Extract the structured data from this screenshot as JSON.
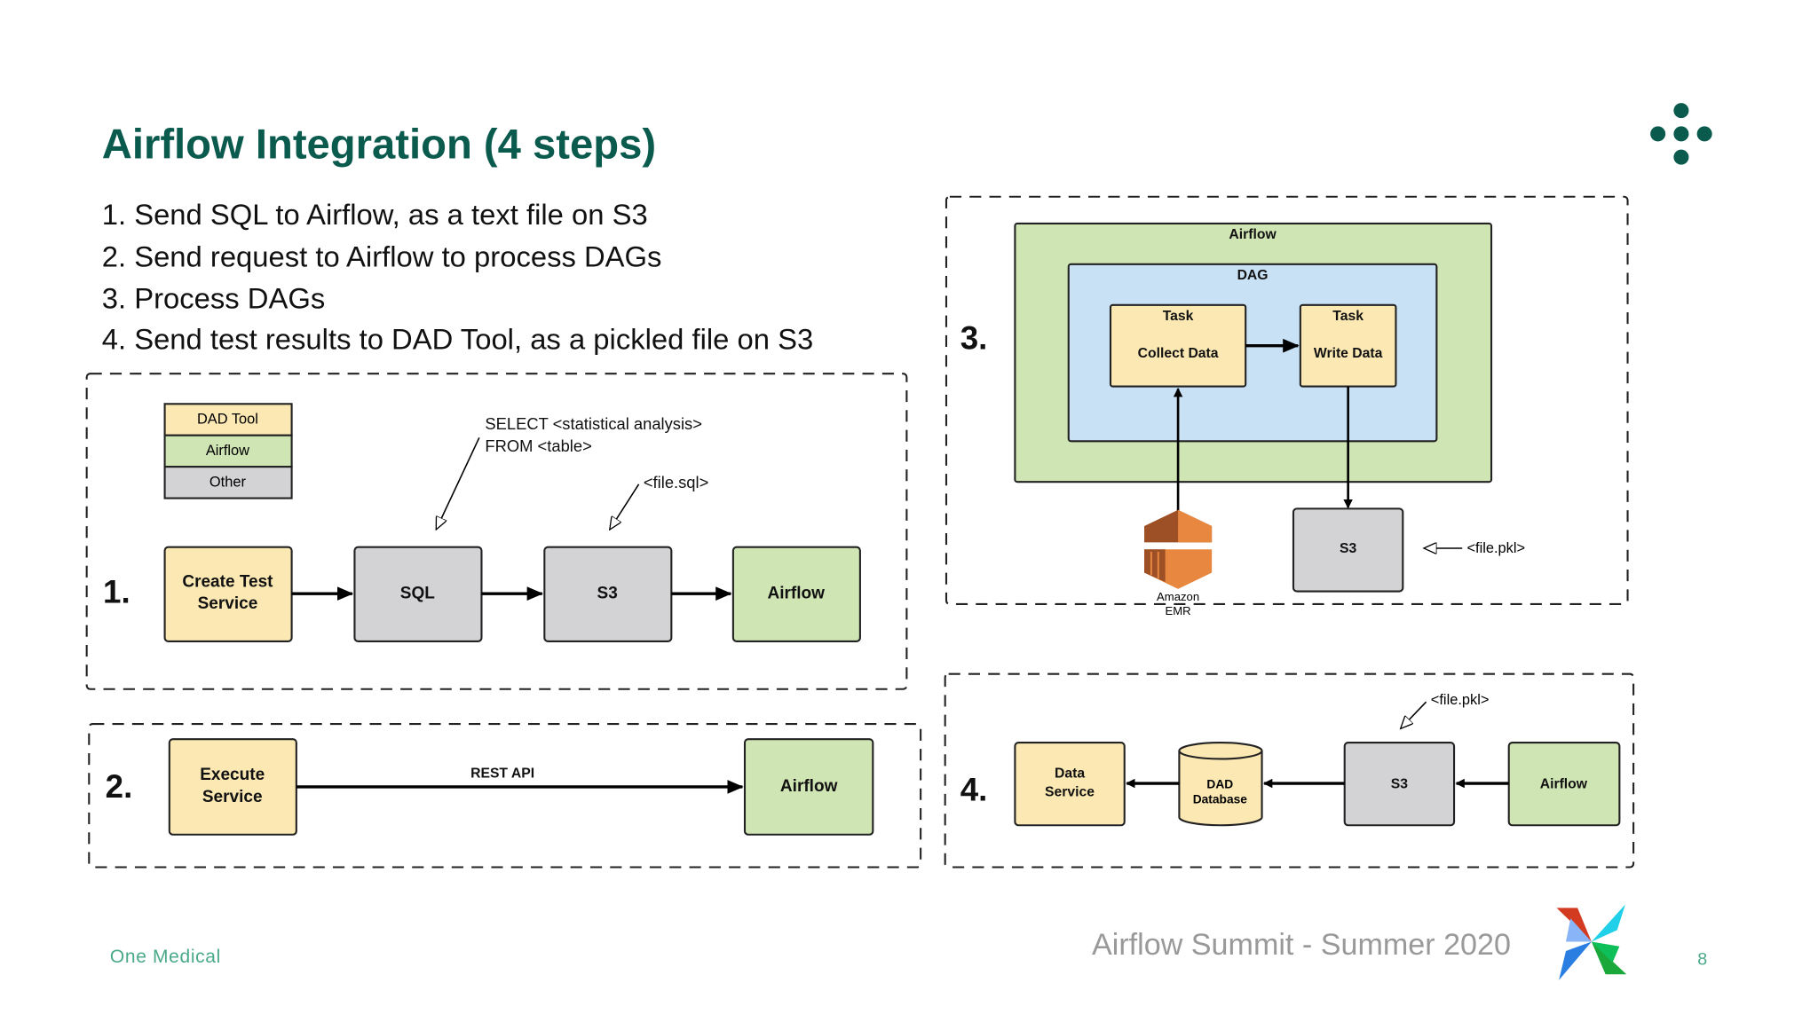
{
  "title": "Airflow Integration (4 steps)",
  "bullets": [
    "1. Send SQL to Airflow, as a text file on S3",
    "2. Send request to Airflow to process DAGs",
    "3. Process DAGs",
    "4. Send test results to DAD Tool, as a pickled file on S3"
  ],
  "colors": {
    "title": "#0b5a4e",
    "dad_tool": "#fbe8b3",
    "airflow": "#d0e5b4",
    "other": "#d3d3d5",
    "dag": "#c9e1f5",
    "footer_green": "#4aa98b"
  },
  "legend": [
    "DAD Tool",
    "Airflow",
    "Other"
  ],
  "step1": {
    "label": "1.",
    "nodes": [
      "Create Test",
      "Service",
      "SQL",
      "S3",
      "Airflow"
    ],
    "note_sql": [
      "SELECT <statistical analysis>",
      "FROM <table>"
    ],
    "note_s3": "<file.sql>"
  },
  "step2": {
    "label": "2.",
    "source": [
      "Execute",
      "Service"
    ],
    "edge": "REST API",
    "target": "Airflow"
  },
  "step3": {
    "label": "3.",
    "airflow": "Airflow",
    "dag": "DAG",
    "task1": {
      "title": "Task",
      "name": "Collect Data"
    },
    "task2": {
      "title": "Task",
      "name": "Write Data"
    },
    "s3": "S3",
    "file": "<file.pkl>",
    "emr": [
      "Amazon",
      "EMR"
    ]
  },
  "step4": {
    "label": "4.",
    "data_service": [
      "Data",
      "Service"
    ],
    "db": [
      "DAD",
      "Database"
    ],
    "s3": "S3",
    "airflow": "Airflow",
    "file": "<file.pkl>"
  },
  "footer": {
    "org": "One Medical",
    "event": "Airflow Summit - Summer 2020",
    "page": "8"
  }
}
